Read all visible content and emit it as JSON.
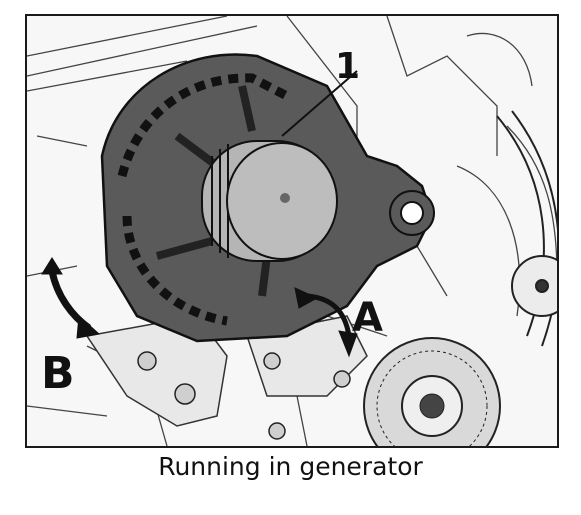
{
  "labels": {
    "callout_1": "1",
    "arrow_a": "A",
    "arrow_b": "B"
  },
  "caption": "Running in generator",
  "colors": {
    "ink": "#111111",
    "housing": "#5a5a5a",
    "pulley": "#b5b5b5",
    "background": "#f7f7f7"
  }
}
